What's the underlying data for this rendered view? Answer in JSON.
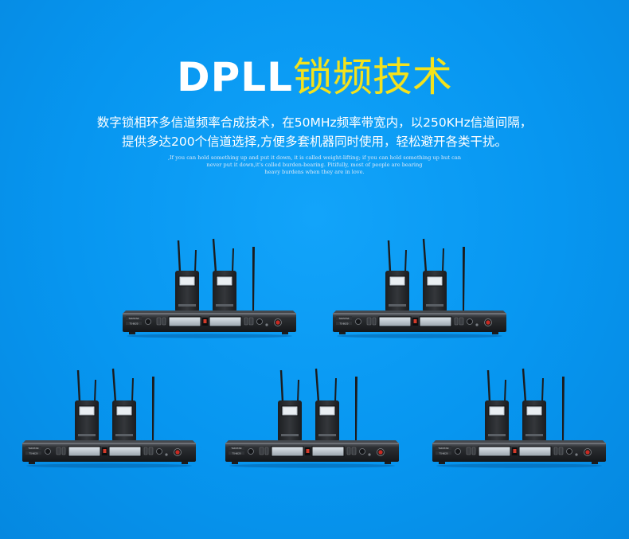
{
  "heading": {
    "title_en": "DPLL",
    "title_cn": "锁频技术"
  },
  "description": {
    "line1": "数字锁相环多信道频率合成技术，在50MHz频率带宽内，以250KHz信道间隔，",
    "line2": "提供多达200个信道选择,方便多套机器同时使用，轻松避开各类干扰。"
  },
  "english_text": {
    "line1": ",If you can hold something up and put it down, it is called weight-lifting; if you can hold something up but can",
    "line2": "never put it down,it's called burden-bearing. Pitifully, most of people are bearing",
    "line3": "heavy burdens when they are in love."
  },
  "product": {
    "brand": "TAKSTAR",
    "model": "TS-6620"
  },
  "colors": {
    "background": "#0796f0",
    "title_en": "#ffffff",
    "title_cn": "#f4e21c"
  }
}
